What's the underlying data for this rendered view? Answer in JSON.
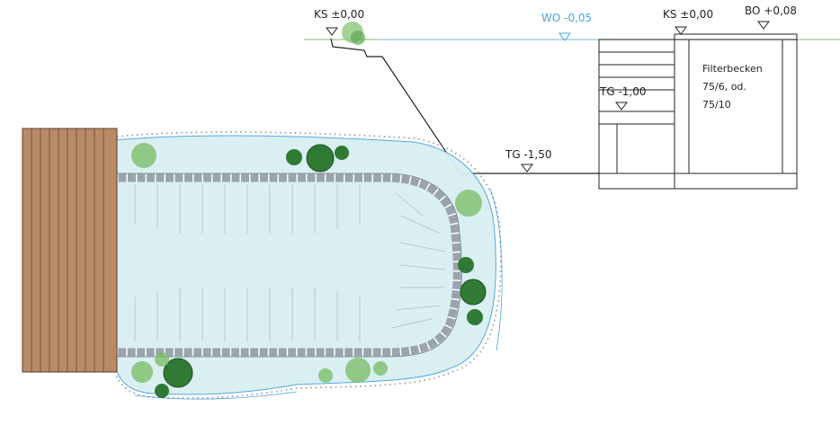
{
  "section": {
    "labels": {
      "ks_left": "KS ±0,00",
      "wo": "WO -0,05",
      "ks_right": "KS ±0,00",
      "bo": "BO +0,08",
      "tg_100": "TG -1,00",
      "tg_150": "TG -1,50"
    },
    "filter_basin": {
      "line1": "Filterbecken",
      "line2": "75/6, od.",
      "line3": "75/10"
    }
  },
  "colors": {
    "water_fill": "#d9eff2",
    "water_line": "#4aa3e0",
    "ground_line": "#9ccb86",
    "deck_wood": "#b98a66",
    "plant_dark": "#2f7a34",
    "plant_light": "#7dbf6a",
    "stone_edge": "#9aa4ad"
  }
}
